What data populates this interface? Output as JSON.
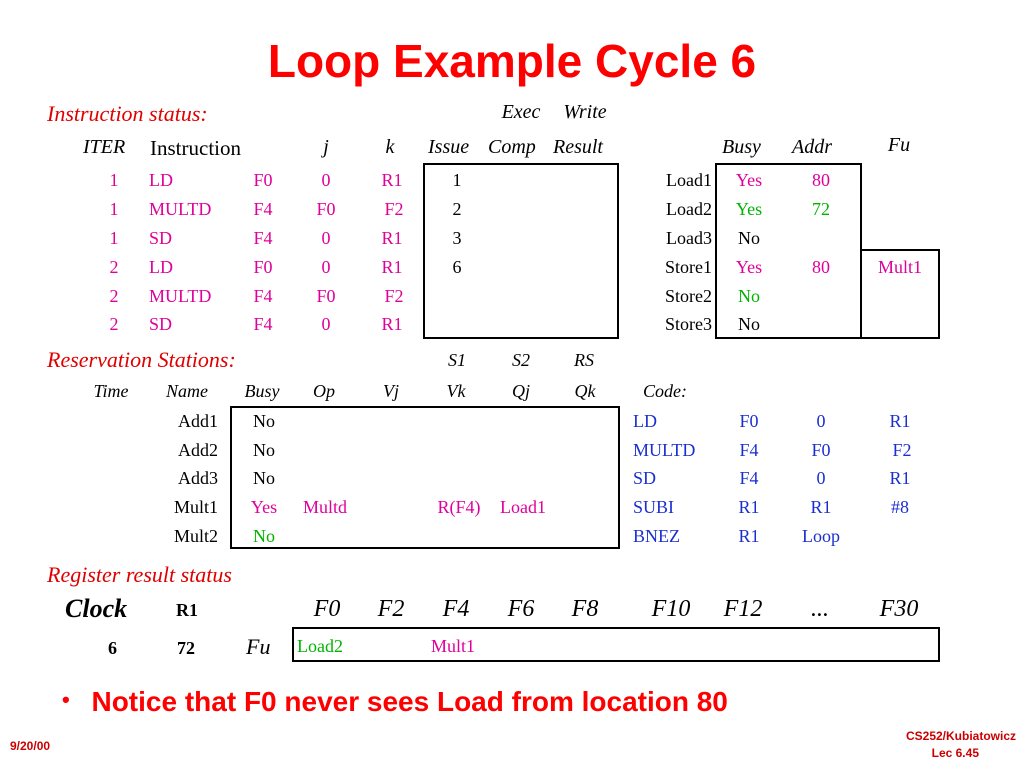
{
  "title": "Loop Example Cycle 6",
  "instruction_status": {
    "label": "Instruction status:",
    "header_top": [
      "Exec",
      "Write"
    ],
    "headers": [
      "ITER",
      "Instruction",
      "j",
      "k",
      "Issue",
      "Comp",
      "Result"
    ],
    "rows": [
      {
        "iter": "1",
        "op": "LD",
        "j_reg": "F0",
        "j": "0",
        "k": "R1",
        "issue": "1"
      },
      {
        "iter": "1",
        "op": "MULTD",
        "j_reg": "F4",
        "j": "F0",
        "k": "F2",
        "issue": "2"
      },
      {
        "iter": "1",
        "op": "SD",
        "j_reg": "F4",
        "j": "0",
        "k": "R1",
        "issue": "3"
      },
      {
        "iter": "2",
        "op": "LD",
        "j_reg": "F0",
        "j": "0",
        "k": "R1",
        "issue": "6"
      },
      {
        "iter": "2",
        "op": "MULTD",
        "j_reg": "F4",
        "j": "F0",
        "k": "F2",
        "issue": ""
      },
      {
        "iter": "2",
        "op": "SD",
        "j_reg": "F4",
        "j": "0",
        "k": "R1",
        "issue": ""
      }
    ]
  },
  "load_store": {
    "headers": [
      "Busy",
      "Addr",
      "Fu"
    ],
    "rows": [
      {
        "name": "Load1",
        "busy": "Yes",
        "addr": "80",
        "fu": ""
      },
      {
        "name": "Load2",
        "busy": "Yes",
        "addr": "72",
        "fu": ""
      },
      {
        "name": "Load3",
        "busy": "No",
        "addr": "",
        "fu": ""
      },
      {
        "name": "Store1",
        "busy": "Yes",
        "addr": "80",
        "fu": "Mult1"
      },
      {
        "name": "Store2",
        "busy": "No",
        "addr": "",
        "fu": ""
      },
      {
        "name": "Store3",
        "busy": "No",
        "addr": "",
        "fu": ""
      }
    ]
  },
  "reservation_stations": {
    "label": "Reservation Stations:",
    "header_top": [
      "S1",
      "S2",
      "RS"
    ],
    "headers": [
      "Time",
      "Name",
      "Busy",
      "Op",
      "Vj",
      "Vk",
      "Qj",
      "Qk"
    ],
    "code_label": "Code:",
    "rows": [
      {
        "name": "Add1",
        "busy": "No",
        "op": "",
        "vk": "",
        "qj": ""
      },
      {
        "name": "Add2",
        "busy": "No",
        "op": "",
        "vk": "",
        "qj": ""
      },
      {
        "name": "Add3",
        "busy": "No",
        "op": "",
        "vk": "",
        "qj": ""
      },
      {
        "name": "Mult1",
        "busy": "Yes",
        "op": "Multd",
        "vk": "R(F4)",
        "qj": "Load1"
      },
      {
        "name": "Mult2",
        "busy": "No",
        "op": "",
        "vk": "",
        "qj": ""
      }
    ],
    "code": [
      [
        "LD",
        "F0",
        "0",
        "R1"
      ],
      [
        "MULTD",
        "F4",
        "F0",
        "F2"
      ],
      [
        "SD",
        "F4",
        "0",
        "R1"
      ],
      [
        "SUBI",
        "R1",
        "R1",
        "#8"
      ],
      [
        "BNEZ",
        "R1",
        "Loop",
        ""
      ]
    ]
  },
  "register_result": {
    "label": "Register result status",
    "clock_label": "Clock",
    "r1_label": "R1",
    "clock_value": "6",
    "r1_value": "72",
    "fu_label": "Fu",
    "registers": [
      "F0",
      "F2",
      "F4",
      "F6",
      "F8",
      "F10",
      "F12",
      "...",
      "F30"
    ],
    "values": [
      "Load2",
      "",
      "Mult1",
      "",
      "",
      "",
      "",
      "",
      ""
    ]
  },
  "bullet": "Notice that F0 never sees Load from location 80",
  "footer": {
    "date": "9/20/00",
    "course": "CS252/Kubiatowicz",
    "lecture": "Lec 6.45"
  },
  "colors": {
    "title": "#ff0000",
    "magenta": "#e0009a",
    "green": "#00b400",
    "blue": "#1b2fd0"
  }
}
